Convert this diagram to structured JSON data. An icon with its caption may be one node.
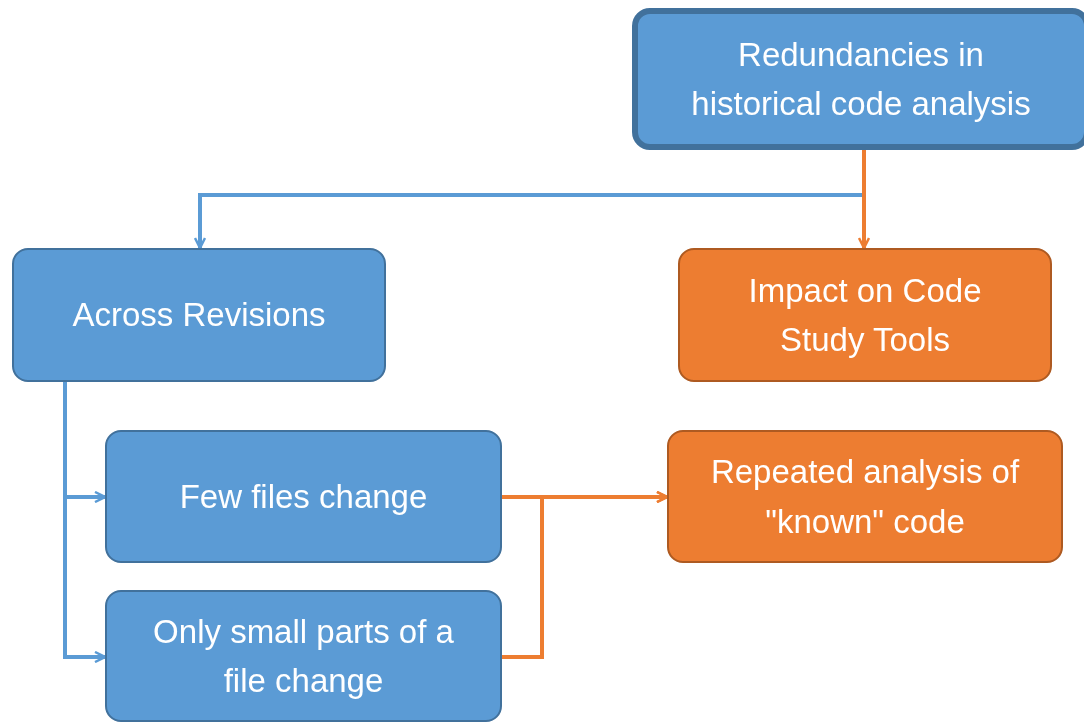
{
  "diagram": {
    "nodes": [
      {
        "text": [
          "Redundancies in historical code analysis"
        ]
      },
      {
        "text": [
          "Across Revisions"
        ]
      },
      {
        "text": [
          "Impact on Code Study Tools"
        ]
      },
      {
        "text": [
          "Few files change"
        ]
      },
      {
        "text": [
          "Only small parts of a file change"
        ]
      },
      {
        "text": [
          "Repeated analysis of \"known\" code"
        ]
      }
    ],
    "edges": [
      {
        "from": 0,
        "to": 1,
        "arrow": "to",
        "color": "#5b9bd5"
      },
      {
        "from": 0,
        "to": 2,
        "arrow": "to",
        "color": "#ed7d31"
      },
      {
        "from": 1,
        "to": 3,
        "arrow": "to",
        "color": "#5b9bd5"
      },
      {
        "from": 1,
        "to": 4,
        "arrow": "to",
        "color": "#5b9bd5"
      },
      {
        "from": 3,
        "to": 5,
        "arrow": "to",
        "color": "#ed7d31"
      },
      {
        "from": 4,
        "to": 5,
        "arrow": "to",
        "color": "#ed7d31"
      }
    ]
  }
}
